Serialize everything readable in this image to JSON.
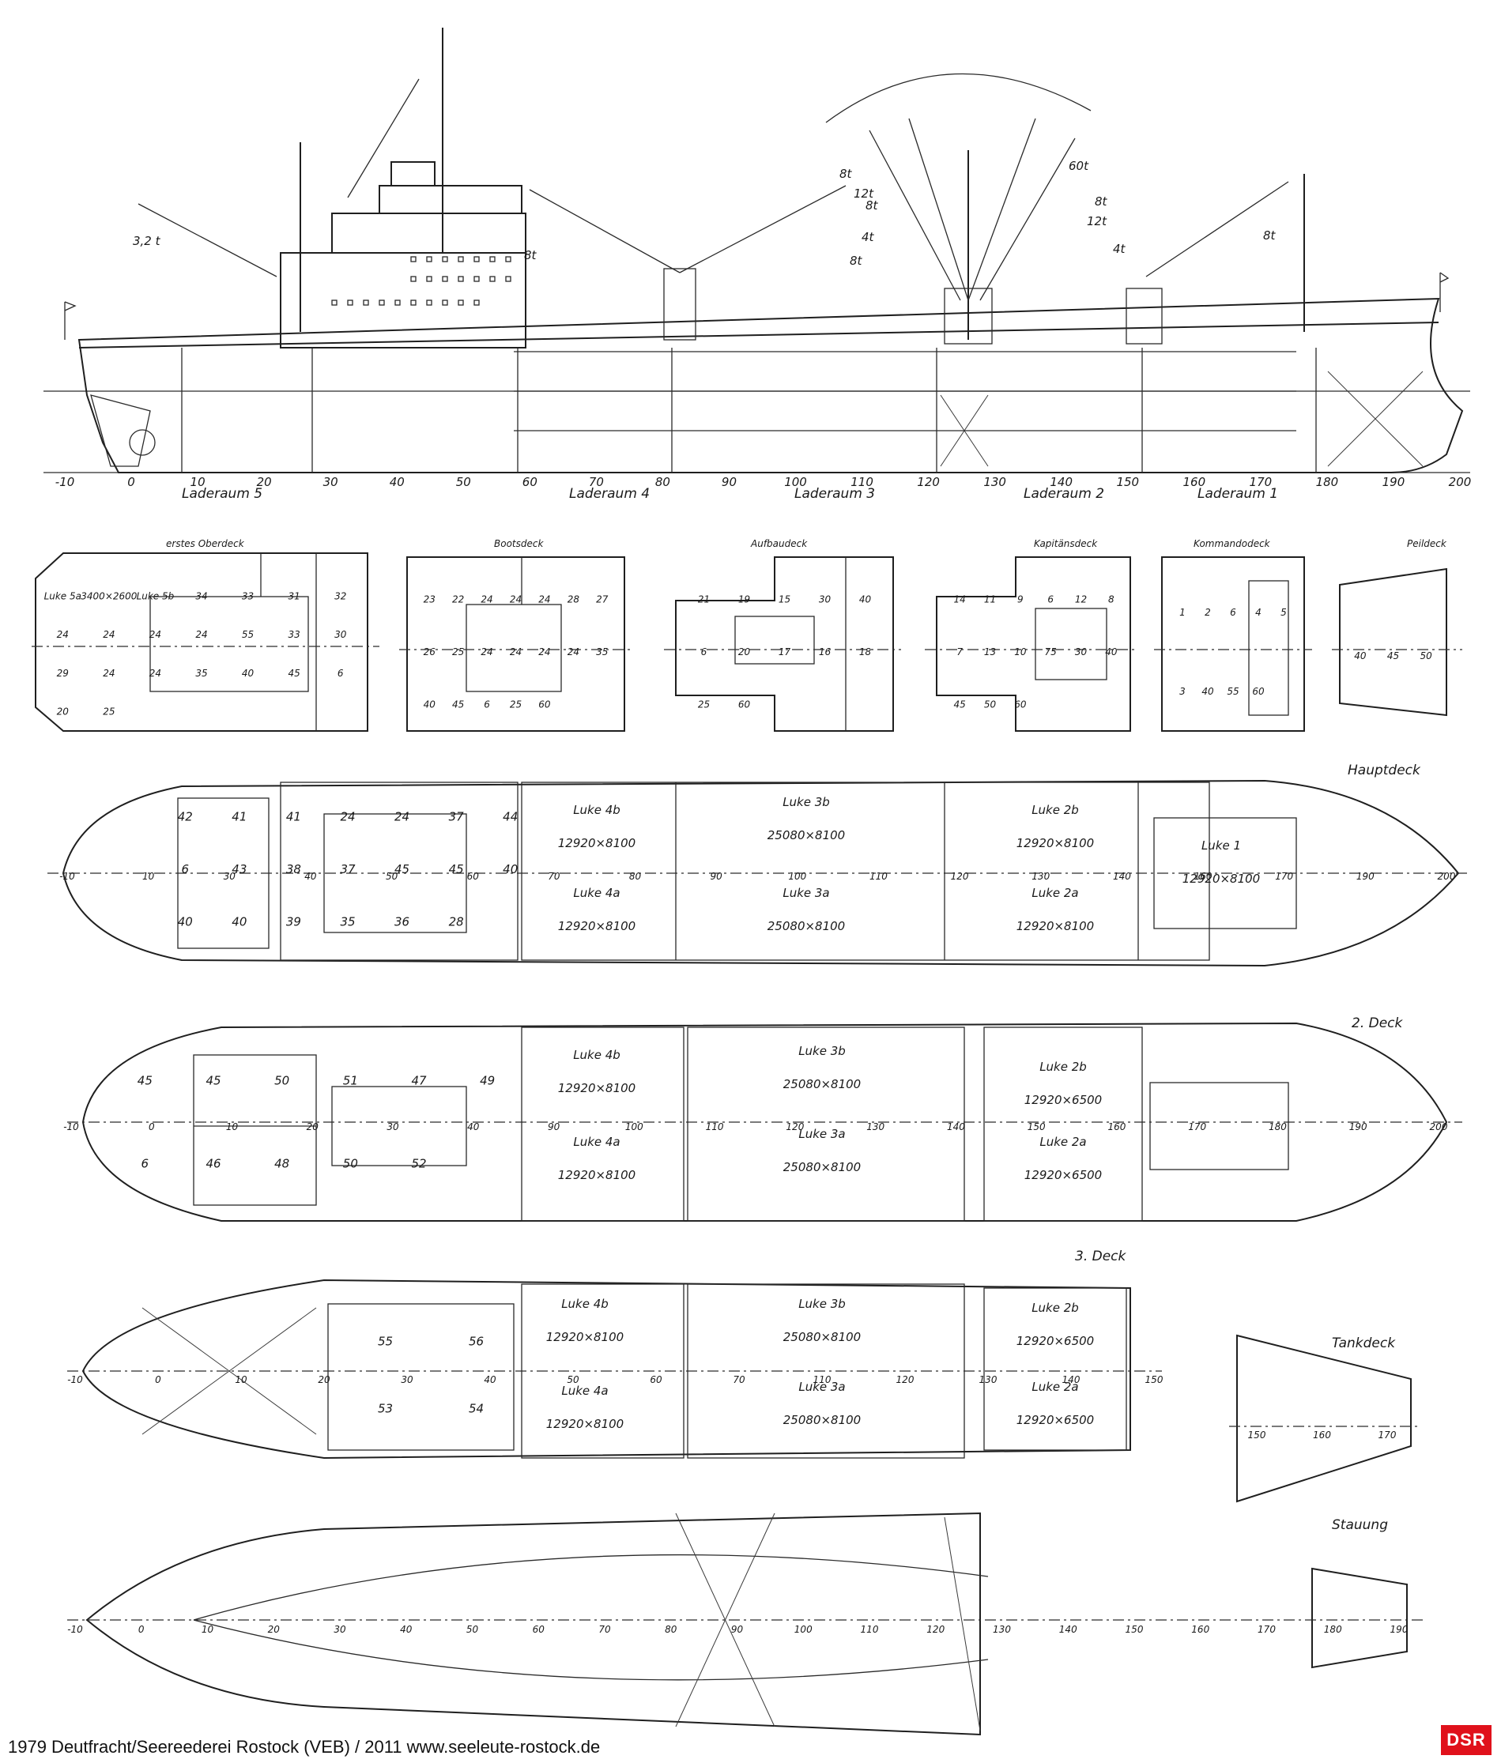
{
  "credit": "1979 Deutfracht/Seereederei Rostock (VEB) / 2011 www.seeleute-rostock.de",
  "logo": "DSR",
  "colors": {
    "line": "#1f1f1f",
    "logo_bg": "#e0111b"
  },
  "profile": {
    "scale_ticks": [
      "-10",
      "0",
      "10",
      "20",
      "30",
      "40",
      "50",
      "60",
      "70",
      "80",
      "90",
      "100",
      "110",
      "120",
      "130",
      "140",
      "150",
      "160",
      "170",
      "180",
      "190",
      "200"
    ],
    "holds": [
      "Laderaum 5",
      "Laderaum 4",
      "Laderaum 3",
      "Laderaum 2",
      "Laderaum 1"
    ],
    "crane_loads": [
      "3,2 t",
      "8t",
      "8t",
      "12t",
      "8t",
      "4t",
      "8t",
      "60t",
      "8t",
      "12t",
      "4t",
      "8t"
    ]
  },
  "superstructure": {
    "decks": [
      {
        "name": "erstes Oberdeck",
        "labels": [
          "Luke 5a",
          "3400×2600",
          "Luke 5b",
          "34",
          "33",
          "31",
          "32",
          "24",
          "24",
          "24",
          "24",
          "55",
          "33",
          "30",
          "29",
          "24",
          "24",
          "35",
          "40",
          "45",
          "6",
          "20",
          "25"
        ]
      },
      {
        "name": "Bootsdeck",
        "labels": [
          "23",
          "22",
          "24",
          "24",
          "24",
          "28",
          "27",
          "26",
          "25",
          "24",
          "24",
          "24",
          "24",
          "35",
          "40",
          "45",
          "6",
          "25",
          "60"
        ]
      },
      {
        "name": "Aufbaudeck",
        "labels": [
          "21",
          "19",
          "15",
          "30",
          "40",
          "6",
          "20",
          "17",
          "16",
          "18",
          "25",
          "60"
        ]
      },
      {
        "name": "Kapitänsdeck",
        "labels": [
          "14",
          "11",
          "9",
          "6",
          "12",
          "8",
          "7",
          "13",
          "10",
          "75",
          "30",
          "40",
          "45",
          "50",
          "60"
        ]
      },
      {
        "name": "Kommandodeck",
        "labels": [
          "1",
          "2",
          "6",
          "4",
          "5",
          "3",
          "40",
          "55",
          "60"
        ]
      },
      {
        "name": "Peildeck",
        "labels": [
          "40",
          "45",
          "50"
        ]
      }
    ]
  },
  "hauptdeck": {
    "title": "Hauptdeck",
    "rooms": [
      "42",
      "41",
      "41",
      "24",
      "24",
      "37",
      "44",
      "6",
      "43",
      "38",
      "37",
      "45",
      "45",
      "40",
      "40",
      "40",
      "39",
      "35",
      "36",
      "28"
    ],
    "hatches": [
      {
        "name": "Luke 4b",
        "size": "12920×8100"
      },
      {
        "name": "Luke 4a",
        "size": "12920×8100"
      },
      {
        "name": "Luke 3b",
        "size": "25080×8100"
      },
      {
        "name": "Luke 3a",
        "size": "25080×8100"
      },
      {
        "name": "Luke 2b",
        "size": "12920×8100"
      },
      {
        "name": "Luke 2a",
        "size": "12920×8100"
      },
      {
        "name": "Luke 1",
        "size": "12920×8100"
      }
    ],
    "ticks": [
      "-10",
      "10",
      "30",
      "40",
      "50",
      "60",
      "70",
      "80",
      "90",
      "100",
      "110",
      "120",
      "130",
      "140",
      "160",
      "170",
      "190",
      "200"
    ]
  },
  "deck2": {
    "title": "2. Deck",
    "rooms": [
      "45",
      "45",
      "50",
      "51",
      "47",
      "49",
      "6",
      "46",
      "48",
      "50",
      "52"
    ],
    "hatches": [
      {
        "name": "Luke 4b",
        "size": "12920×8100"
      },
      {
        "name": "Luke 4a",
        "size": "12920×8100"
      },
      {
        "name": "Luke 3b",
        "size": "25080×8100"
      },
      {
        "name": "Luke 3a",
        "size": "25080×8100"
      },
      {
        "name": "Luke 2b",
        "size": "12920×6500"
      },
      {
        "name": "Luke 2a",
        "size": "12920×6500"
      }
    ],
    "ticks": [
      "-10",
      "0",
      "10",
      "20",
      "30",
      "40",
      "90",
      "100",
      "110",
      "120",
      "130",
      "140",
      "150",
      "160",
      "170",
      "180",
      "190",
      "200"
    ]
  },
  "deck3": {
    "title": "3. Deck",
    "rooms": [
      "55",
      "56",
      "53",
      "54"
    ],
    "hatches": [
      {
        "name": "Luke 4b",
        "size": "12920×8100"
      },
      {
        "name": "Luke 4a",
        "size": "12920×8100"
      },
      {
        "name": "Luke 3b",
        "size": "25080×8100"
      },
      {
        "name": "Luke 3a",
        "size": "25080×8100"
      },
      {
        "name": "Luke 2b",
        "size": "12920×6500"
      },
      {
        "name": "Luke 2a",
        "size": "12920×6500"
      }
    ],
    "ticks": [
      "-10",
      "0",
      "10",
      "20",
      "30",
      "40",
      "50",
      "60",
      "70",
      "110",
      "120",
      "130",
      "140",
      "150"
    ]
  },
  "tankdeck": {
    "title": "Tankdeck",
    "ticks": [
      "150",
      "160",
      "170"
    ]
  },
  "stauung": {
    "title": "Stauung",
    "ticks": [
      "-10",
      "0",
      "10",
      "20",
      "30",
      "40",
      "50",
      "60",
      "70",
      "80",
      "90",
      "100",
      "110",
      "120",
      "130",
      "140",
      "150",
      "160",
      "170",
      "180",
      "190"
    ]
  }
}
